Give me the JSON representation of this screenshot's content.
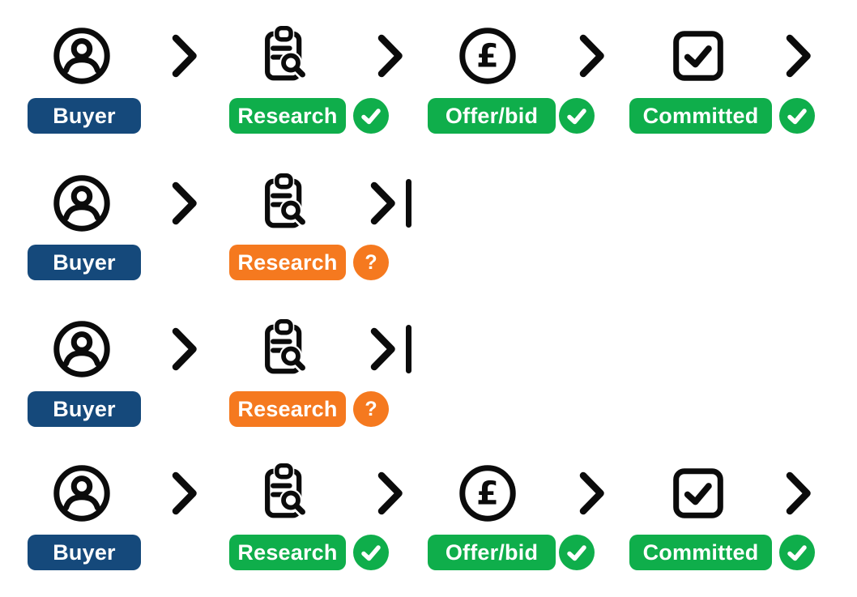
{
  "colors": {
    "navy": "#15497b",
    "green": "#0fae4b",
    "orange": "#f5791f",
    "ink": "#0b0b0b",
    "background": "#ffffff"
  },
  "icons": {
    "buyer": "user-circle-icon",
    "research": "clipboard-search-icon",
    "offer_bid": "pound-sterling-circle-icon",
    "committed": "checkbox-checked-icon",
    "connector": "chevron-right-icon",
    "terminator": "chevron-end-bar-icon",
    "status_complete": "check-circle-badge",
    "status_uncertain": "question-circle-badge"
  },
  "rows": [
    {
      "stages": [
        {
          "label": "Buyer",
          "badge": "navy"
        },
        {
          "label": "Research",
          "badge": "green",
          "status": "check"
        },
        {
          "label": "Offer/bid",
          "badge": "green",
          "status": "check"
        },
        {
          "label": "Committed",
          "badge": "green",
          "status": "check"
        }
      ],
      "ends_with": "chevron"
    },
    {
      "stages": [
        {
          "label": "Buyer",
          "badge": "navy"
        },
        {
          "label": "Research",
          "badge": "orange",
          "status": "question",
          "status_symbol": "?"
        }
      ],
      "ends_with": "stop"
    },
    {
      "stages": [
        {
          "label": "Buyer",
          "badge": "navy"
        },
        {
          "label": "Research",
          "badge": "orange",
          "status": "question",
          "status_symbol": "?"
        }
      ],
      "ends_with": "stop"
    },
    {
      "stages": [
        {
          "label": "Buyer",
          "badge": "navy"
        },
        {
          "label": "Research",
          "badge": "green",
          "status": "check"
        },
        {
          "label": "Offer/bid",
          "badge": "green",
          "status": "check"
        },
        {
          "label": "Committed",
          "badge": "green",
          "status": "check"
        }
      ],
      "ends_with": "chevron"
    }
  ]
}
